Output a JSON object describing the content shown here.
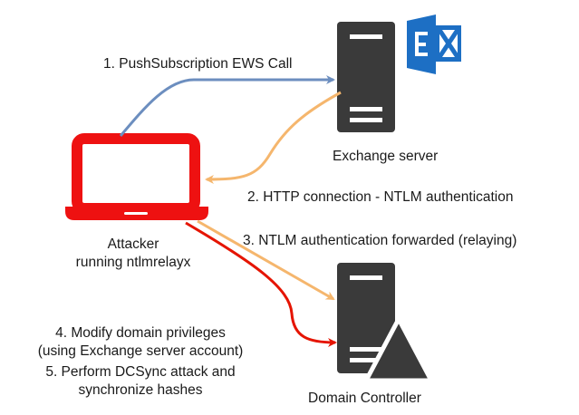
{
  "nodes": {
    "exchange": {
      "label": "Exchange server"
    },
    "attacker": {
      "label_line1": "Attacker",
      "label_line2": "running ntlmrelayx"
    },
    "dc": {
      "label": "Domain Controller"
    }
  },
  "steps": {
    "step1": "1. PushSubscription EWS Call",
    "step2": "2. HTTP connection - NTLM authentication",
    "step3": "3. NTLM authentication forwarded (relaying)",
    "step4_line1": "4. Modify domain privileges",
    "step4_line2": "(using Exchange server account)",
    "step5_line1": "5. Perform DCSync attack and",
    "step5_line2": "synchronize hashes"
  },
  "icons": {
    "exchange_logo": "exchange-logo-icon",
    "server": "server-icon",
    "laptop": "laptop-icon",
    "warning": "warning-triangle-icon"
  },
  "colors": {
    "arrow_step1": "#6c8ebf",
    "arrow_step2_3": "#f5b66d",
    "arrow_step4_5": "#e51400",
    "laptop": "#ee1111",
    "server": "#3a3a3a",
    "exchange_logo": "#1d6fc4"
  }
}
